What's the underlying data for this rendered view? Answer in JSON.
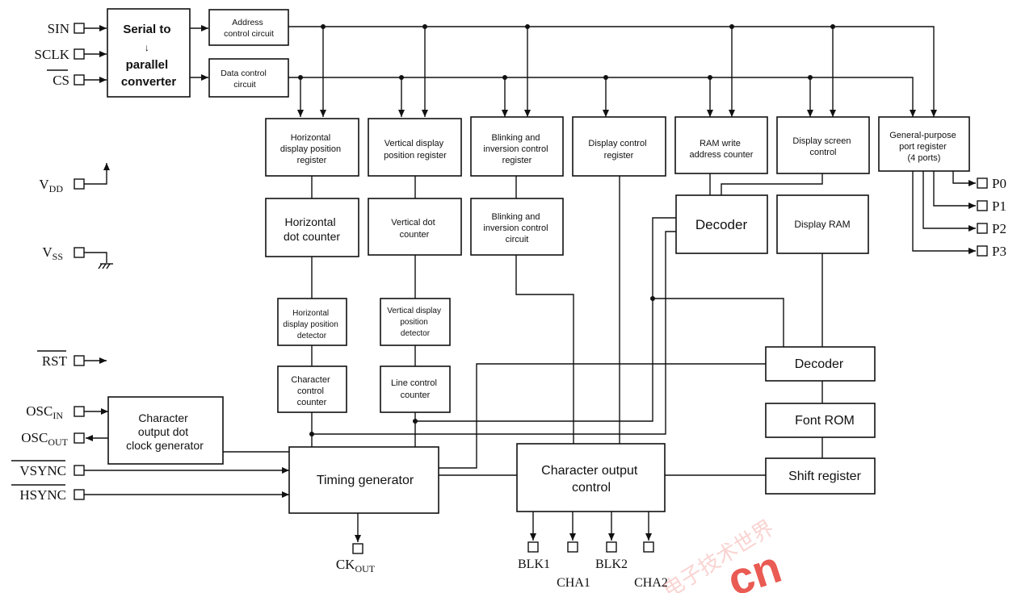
{
  "blocks": {
    "serial_to_parallel": [
      "Serial to",
      "↓",
      "parallel",
      "converter"
    ],
    "address_control": [
      "Address",
      "control circuit"
    ],
    "data_control": [
      "Data control",
      "circuit"
    ],
    "h_pos_register": [
      "Horizontal",
      "display position",
      "register"
    ],
    "v_pos_register": [
      "Vertical display",
      "position register"
    ],
    "blink_inv_register": [
      "Blinking and",
      "inversion control",
      "register"
    ],
    "display_control_register": [
      "Display control",
      "register"
    ],
    "ram_write_counter": [
      "RAM write",
      "address counter"
    ],
    "display_screen_control": [
      "Display screen",
      "control"
    ],
    "gp_port_register": [
      "General-purpose",
      "port register",
      "(4 ports)"
    ],
    "h_dot_counter": [
      "Horizontal",
      "dot counter"
    ],
    "v_dot_counter": [
      "Vertical dot",
      "counter"
    ],
    "blink_inv_circuit": [
      "Blinking and",
      "inversion control",
      "circuit"
    ],
    "decoder_ram": "Decoder",
    "display_ram": "Display RAM",
    "h_pos_detector": [
      "Horizontal",
      "display position",
      "detector"
    ],
    "v_pos_detector": [
      "Vertical display",
      "position",
      "detector"
    ],
    "char_ctrl_counter": [
      "Character",
      "control",
      "counter"
    ],
    "line_ctrl_counter": [
      "Line control",
      "counter"
    ],
    "decoder_font": "Decoder",
    "font_rom": "Font ROM",
    "shift_register": "Shift register",
    "dot_clock_gen": [
      "Character",
      "output dot",
      "clock generator"
    ],
    "timing_generator": "Timing generator",
    "char_output_control": [
      "Character output",
      "control"
    ]
  },
  "pins": {
    "sin": "SIN",
    "sclk": "SCLK",
    "cs": "CS",
    "vdd": {
      "main": "V",
      "sub": "DD"
    },
    "vss": {
      "main": "V",
      "sub": "SS"
    },
    "rst": "RST",
    "osc_in": {
      "main": "OSC",
      "sub": "IN"
    },
    "osc_out": {
      "main": "OSC",
      "sub": "OUT"
    },
    "vsync": "VSYNC",
    "hsync": "HSYNC",
    "ck_out": {
      "main": "CK",
      "sub": "OUT"
    },
    "p0": "P0",
    "p1": "P1",
    "p2": "P2",
    "p3": "P3",
    "blk1": "BLK1",
    "cha1": "CHA1",
    "blk2": "BLK2",
    "cha2": "CHA2"
  },
  "watermark": {
    "text": "电子技术世界",
    "logo": "cn",
    "color": "#e8534a"
  }
}
